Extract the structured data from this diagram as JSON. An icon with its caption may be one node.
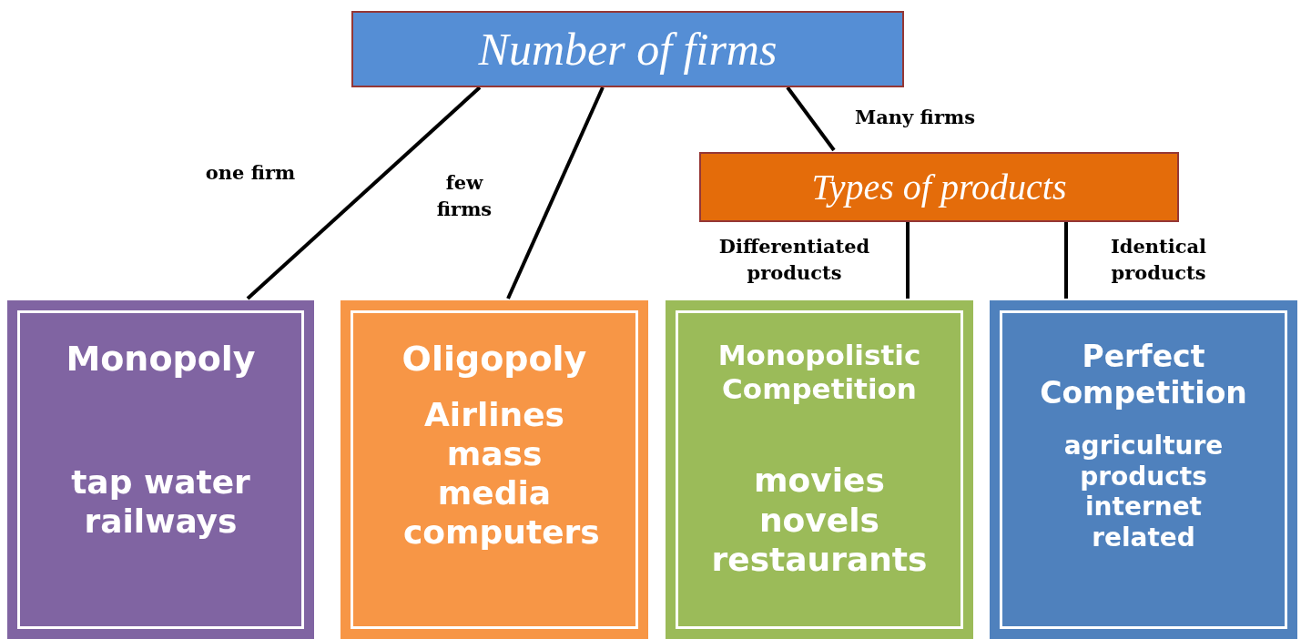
{
  "diagram": {
    "nodes": [
      {
        "text": [
          "Number of firms"
        ]
      },
      {
        "text": [
          "Types of products"
        ]
      },
      {
        "text": [
          "Monopoly",
          "tap water railways"
        ]
      },
      {
        "text": [
          "Oligopoly",
          "Airlines mass media computers"
        ]
      },
      {
        "text": [
          "Monopolistic Competition",
          "movies novels restaurants"
        ]
      },
      {
        "text": [
          "Perfect Competition",
          "agriculture products internet related"
        ]
      }
    ],
    "edges": [
      {
        "from": 0,
        "to": 2,
        "arrow": "none",
        "label": "one firm"
      },
      {
        "from": 0,
        "to": 3,
        "arrow": "none",
        "label": "few firms"
      },
      {
        "from": 0,
        "to": 1,
        "arrow": "none",
        "label": "Many firms"
      },
      {
        "from": 1,
        "to": 4,
        "arrow": "none",
        "label": "Differentiated products"
      },
      {
        "from": 1,
        "to": 5,
        "arrow": "none",
        "label": "Identical products"
      }
    ]
  }
}
